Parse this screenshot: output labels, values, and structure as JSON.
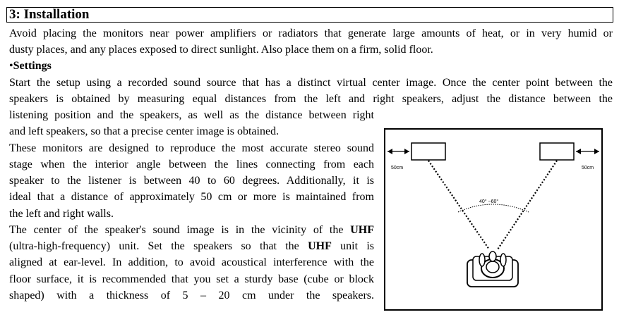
{
  "section": {
    "title": "3: Installation"
  },
  "intro": {
    "line1": "Avoid placing the monitors near power amplifiers or radiators that generate large amounts of heat, or in very humid or",
    "line2": "dusty places, and any places exposed to direct sunlight. Also place them on a firm, solid floor."
  },
  "settings": {
    "bullet": "•",
    "heading": "Settings",
    "p1_line1": "Start the setup using a recorded sound source that has a distinct virtual center image. Once the center point between the",
    "p1_line2": "speakers is obtained by measuring equal distances from the left and right speakers, adjust the distance between the",
    "p1_line3": "listening position and the speakers, as well as the distance between right",
    "p1_line4": "and left speakers, so that a precise center image is obtained.",
    "p2_line1": "These monitors are designed to reproduce the most accurate stereo sound",
    "p2_line2": "stage when the interior angle between the lines connecting from each",
    "p2_line3": "speaker to the listener is between 40 to 60 degrees. Additionally, it is",
    "p2_line4": "ideal that a distance of approximately 50 cm or more is maintained from",
    "p2_line5": "the left and right walls.",
    "p3_line1_a": "The center of the speaker's sound image is in the vicinity of the ",
    "p3_line1_b": "UHF",
    "p3_line2_a": "(ultra-high-frequency) unit. Set the speakers so that the ",
    "p3_line2_b": "UHF",
    "p3_line2_c": " unit is",
    "p3_line3": "aligned at ear-level. In addition, to avoid acoustical interference with the",
    "p3_line4": "floor surface, it is recommended that you set a sturdy base (cube or block",
    "p3_line5": "shaped) with a thickness of 5 – 20 cm under the speakers."
  },
  "figure": {
    "left_distance": "50cm",
    "right_distance": "50cm",
    "angle_label": "40° ~60°"
  }
}
